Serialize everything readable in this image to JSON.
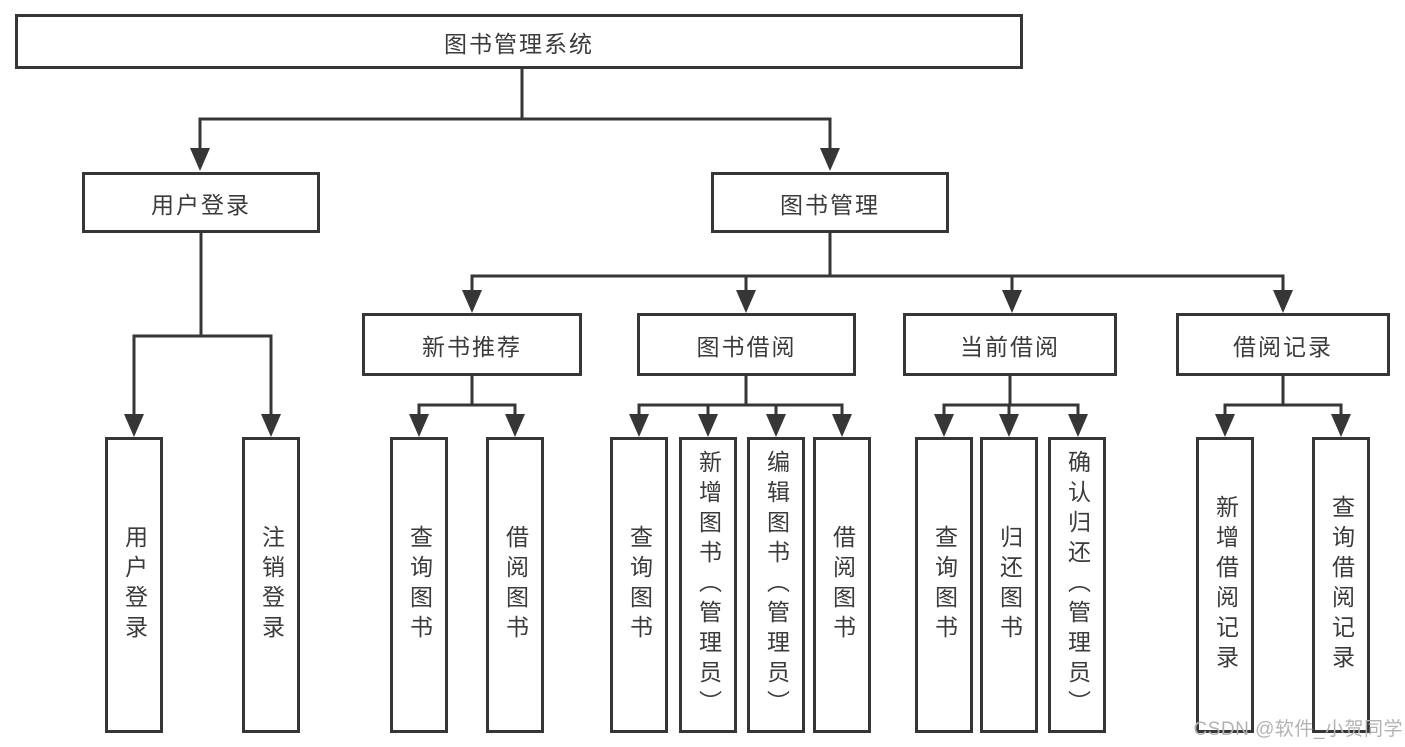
{
  "diagram": {
    "root": {
      "label": "图书管理系统"
    },
    "branches": [
      {
        "label": "用户登录",
        "children": [
          {
            "label": "用户登录"
          },
          {
            "label": "注销登录"
          }
        ]
      },
      {
        "label": "图书管理",
        "children": [
          {
            "label": "新书推荐",
            "children": [
              {
                "label": "查询图书"
              },
              {
                "label": "借阅图书"
              }
            ]
          },
          {
            "label": "图书借阅",
            "children": [
              {
                "label": "查询图书"
              },
              {
                "label": "新增图书（管理员）"
              },
              {
                "label": "编辑图书（管理员）"
              },
              {
                "label": "借阅图书"
              }
            ]
          },
          {
            "label": "当前借阅",
            "children": [
              {
                "label": "查询图书"
              },
              {
                "label": "归还图书"
              },
              {
                "label": "确认归还（管理员）"
              }
            ]
          },
          {
            "label": "借阅记录",
            "children": [
              {
                "label": "新增借阅记录"
              },
              {
                "label": "查询借阅记录"
              }
            ]
          }
        ]
      }
    ]
  },
  "colors": {
    "line": "#363636",
    "text": "#3b3b3b",
    "watermark": "#b3b3b3"
  },
  "watermark": {
    "text": "CSDN @软件_小贺同学"
  }
}
